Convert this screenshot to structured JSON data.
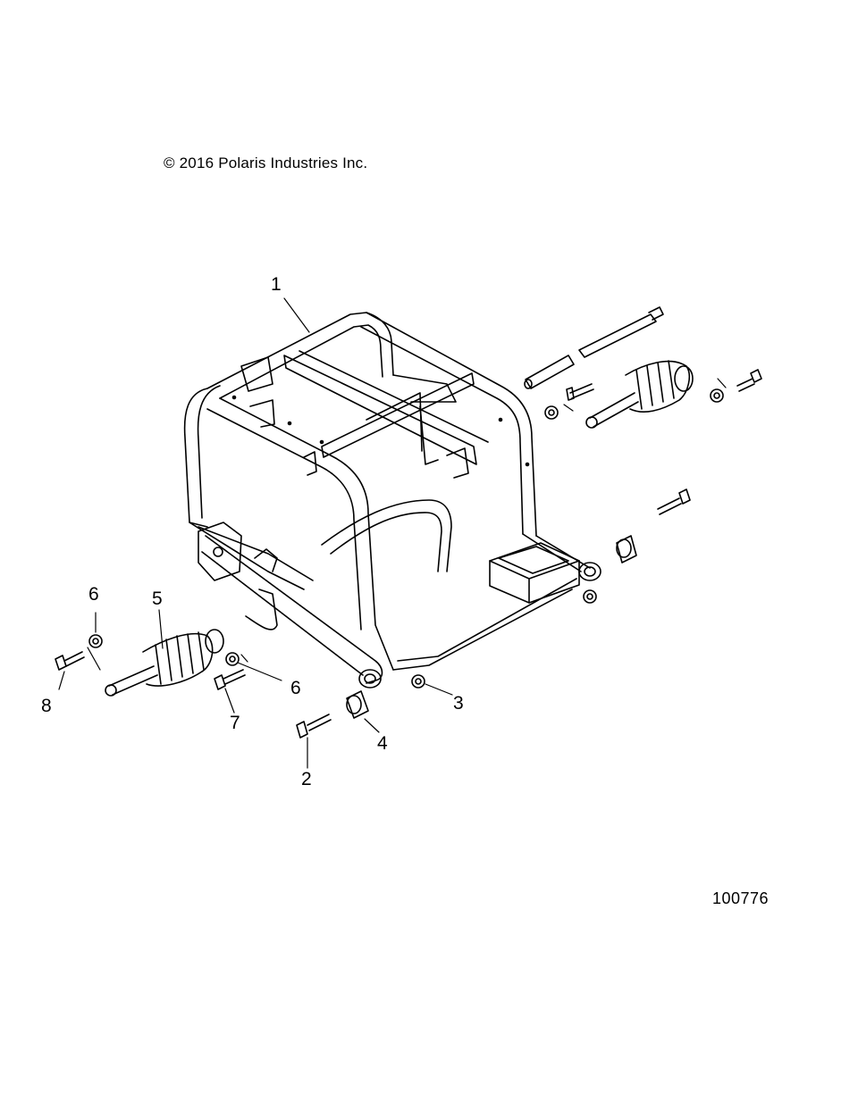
{
  "copyright": "© 2016 Polaris Industries Inc.",
  "figure_number": "100776",
  "callouts": [
    {
      "id": "1",
      "part": "frame"
    },
    {
      "id": "2",
      "part": "bolt"
    },
    {
      "id": "3",
      "part": "nut"
    },
    {
      "id": "4",
      "part": "bushing"
    },
    {
      "id": "5",
      "part": "shock-absorber"
    },
    {
      "id": "6",
      "part": "nut"
    },
    {
      "id": "6",
      "part": "nut"
    },
    {
      "id": "7",
      "part": "bolt"
    },
    {
      "id": "8",
      "part": "bolt"
    }
  ]
}
